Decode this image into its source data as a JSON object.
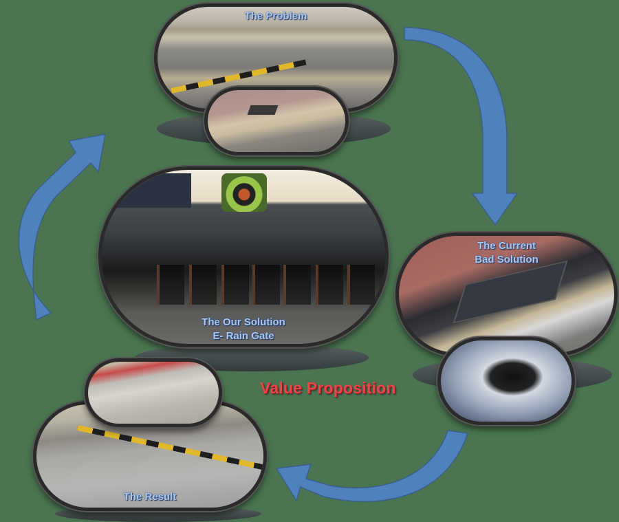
{
  "diagram": {
    "title": "Value Proposition",
    "background_color": "#4a7550",
    "arrow_color": "#4f81bd",
    "label_color": "#a9c8f0",
    "title_color": "#e8474a",
    "flow": [
      "The Problem",
      "The Current Bad Solution",
      "The Result",
      "The Our Solution E- Rain Gate"
    ]
  },
  "nodes": {
    "problem": {
      "label": "The Problem",
      "photos": [
        "road-curve-photo",
        "drain-cover-closeup-photo"
      ]
    },
    "current": {
      "label_line1": "The Current",
      "label_line2": "Bad Solution",
      "photos": [
        "drain-grate-curb-photo",
        "clogged-grate-photo"
      ]
    },
    "solution": {
      "label_line1": "The Our Solution",
      "label_line2": "E- Rain Gate",
      "photos": [
        "rain-gate-sensor-photo"
      ],
      "logo": "e-rain-gate-logo"
    },
    "result": {
      "label": "The Result",
      "photos": [
        "flooded-road-photo",
        "flooded-street-photo"
      ]
    }
  },
  "arrows": [
    {
      "from": "problem",
      "to": "current",
      "direction": "clockwise-down"
    },
    {
      "from": "current",
      "to": "result",
      "direction": "curve-left"
    },
    {
      "from": "result",
      "to": "solution",
      "direction": "curve-up-right"
    },
    {
      "from": "solution",
      "to": "problem",
      "direction": "curve-up-right"
    }
  ]
}
